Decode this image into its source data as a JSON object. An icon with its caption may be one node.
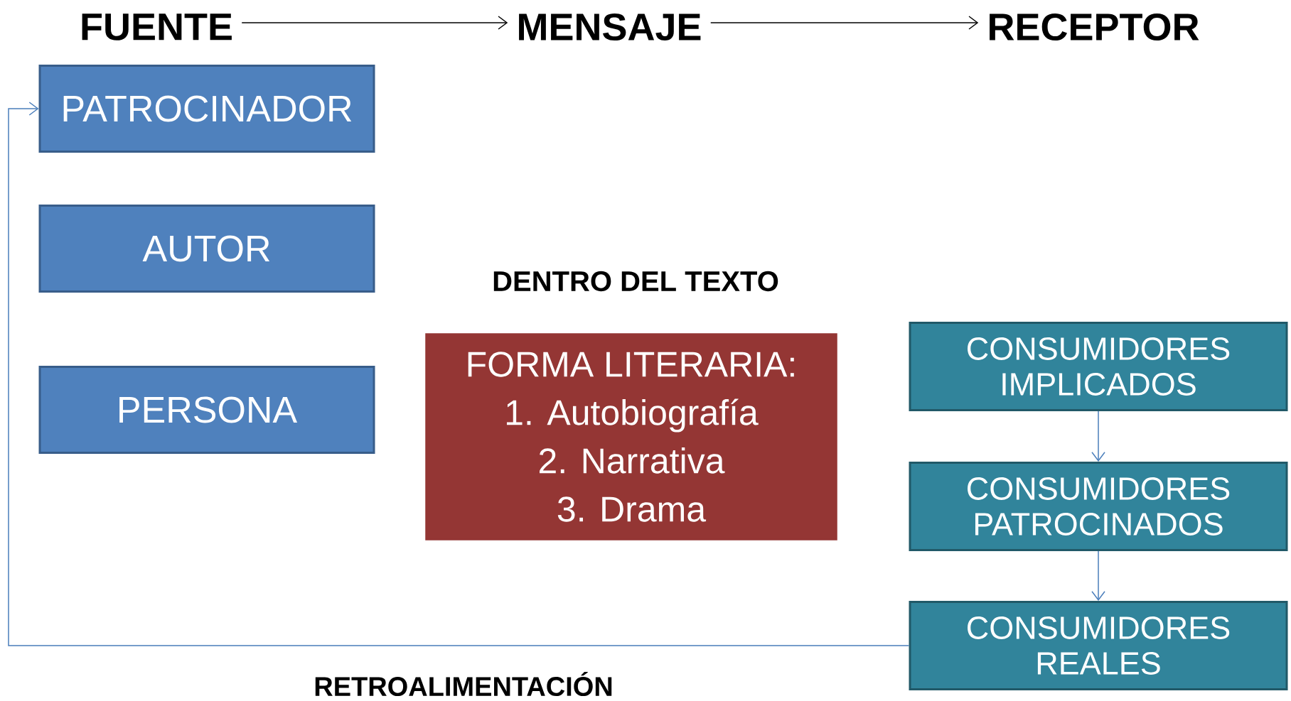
{
  "diagram": {
    "nodes": [
      {
        "text": [
          "FUENTE"
        ]
      },
      {
        "text": [
          "MENSAJE"
        ]
      },
      {
        "text": [
          "RECEPTOR"
        ]
      },
      {
        "text": [
          "PATROCINADOR"
        ]
      },
      {
        "text": [
          "AUTOR"
        ]
      },
      {
        "text": [
          "PERSONA"
        ]
      },
      {
        "text": [
          "DENTRO DEL TEXTO",
          "FORMA LITERARIA:",
          "1. Autobiografía",
          "2. Narrativa",
          "3. Drama"
        ]
      },
      {
        "text": [
          "CONSUMIDORES IMPLICADOS"
        ]
      },
      {
        "text": [
          "CONSUMIDORES PATROCINADOS"
        ]
      },
      {
        "text": [
          "CONSUMIDORES REALES"
        ]
      }
    ],
    "edges": [
      {
        "from": 0,
        "to": 1,
        "arrow": "to",
        "color": "#000000"
      },
      {
        "from": 1,
        "to": 2,
        "arrow": "to",
        "color": "#000000"
      },
      {
        "from": 7,
        "to": 8,
        "arrow": "to"
      },
      {
        "from": 8,
        "to": 9,
        "arrow": "to"
      },
      {
        "from": 9,
        "to": 3,
        "arrow": "to",
        "label": "RETROALIMENTACIÓN"
      }
    ]
  }
}
